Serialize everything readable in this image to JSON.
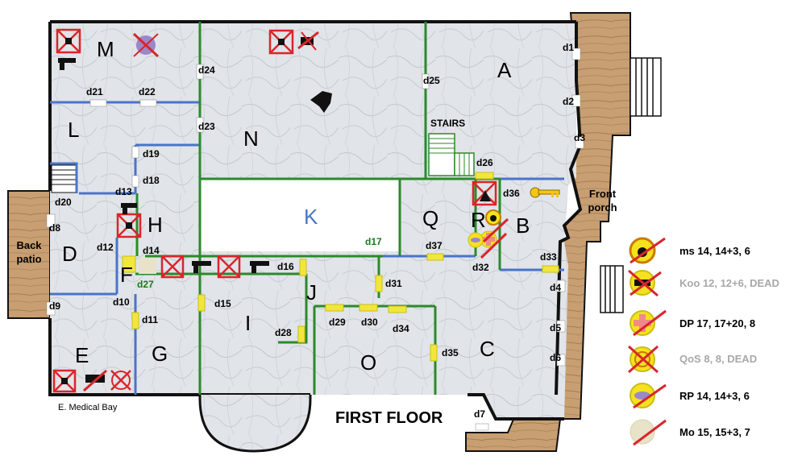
{
  "title": "FIRST FLOOR",
  "labels": {
    "stairs": "STAIRS",
    "front_porch": "Front porch",
    "back_patio": "Back patio",
    "medical_bay": "E. Medical Bay"
  },
  "rooms": [
    "A",
    "B",
    "C",
    "D",
    "E",
    "F",
    "G",
    "H",
    "I",
    "J",
    "K",
    "L",
    "M",
    "N",
    "O",
    "Q",
    "R"
  ],
  "doors": [
    "d1",
    "d2",
    "d3",
    "d4",
    "d5",
    "d6",
    "d7",
    "d8",
    "d9",
    "d10",
    "d11",
    "d12",
    "d13",
    "d14",
    "d15",
    "d16",
    "d17",
    "d18",
    "d19",
    "d20",
    "d21",
    "d22",
    "d23",
    "d24",
    "d25",
    "d26",
    "d27",
    "d28",
    "d29",
    "d30",
    "d31",
    "d32",
    "d33",
    "d34",
    "d35",
    "d36",
    "d37"
  ],
  "legend": [
    {
      "text": "ms 14, 14+3, 6",
      "status": "alive",
      "icon": "bomb-icon"
    },
    {
      "text": "Koo 12, 12+6, DEAD",
      "status": "dead",
      "icon": "no-entry-icon"
    },
    {
      "text": "DP 17, 17+20, 8",
      "status": "alive",
      "icon": "medic-cross-icon"
    },
    {
      "text": "QoS 8, 8, DEAD",
      "status": "dead",
      "icon": "crossed-circle-icon"
    },
    {
      "text": "RP  14, 14+3, 6",
      "status": "alive",
      "icon": "pill-icon"
    },
    {
      "text": "Mo 15, 15+3, 7",
      "status": "alive",
      "icon": "blank-token-icon"
    }
  ],
  "colors": {
    "wall_black": "#111111",
    "wall_blue": "#4a74c9",
    "wall_green": "#2a8a2a",
    "door_yellow": "#f2e63a",
    "floor_marble": "#dfe3e6",
    "porch_wood": "#c49a6c",
    "token_yellow": "#f5e21c",
    "marker_red": "#d8262b",
    "room_k_label": "#4a74c9",
    "dead_text": "#a8a8a8"
  }
}
